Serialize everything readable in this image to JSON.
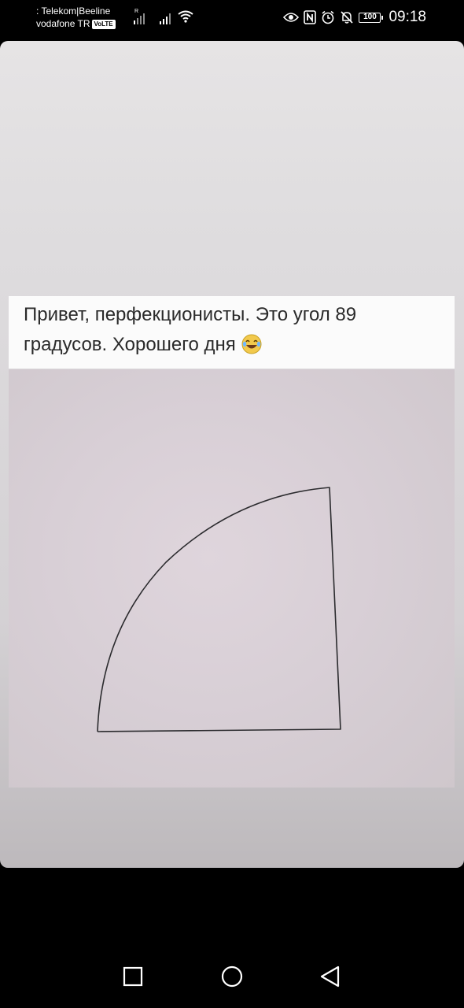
{
  "status_bar": {
    "carrier_line1": ": Telekom|Beeline",
    "carrier_line2": "vodafone TR",
    "volte_badge": "VoLTE",
    "roaming_indicator": "R",
    "battery_level": "100",
    "time": "09:18",
    "icons": [
      "signal-1-icon",
      "signal-2-icon",
      "wifi-icon",
      "eye-icon",
      "nfc-icon",
      "alarm-icon",
      "bell-off-icon",
      "battery-icon"
    ]
  },
  "post": {
    "caption": "Привет, перфекционисты. Это угол 89 градусов. Хорошего дня",
    "emoji": "face-with-tears-of-joy-icon",
    "image_description_icon": "quarter-circle-drawing"
  },
  "nav_bar": {
    "icons": [
      "recent-apps-icon",
      "home-icon",
      "back-icon"
    ]
  }
}
